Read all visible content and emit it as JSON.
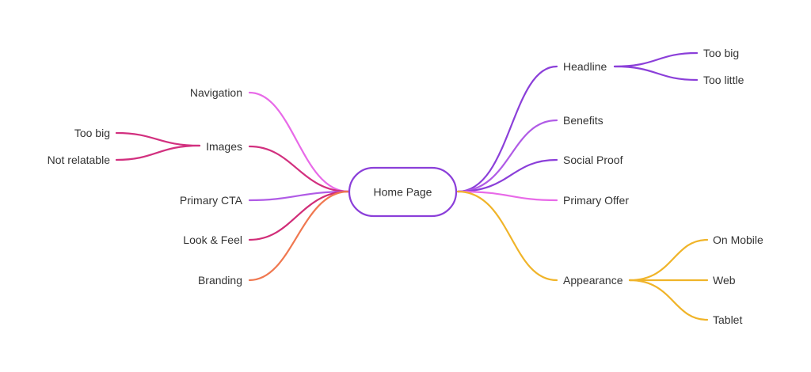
{
  "diagram": {
    "center": {
      "label": "Home Page",
      "border_color": "#8b3fd9"
    },
    "left": [
      {
        "label": "Navigation",
        "color": "#e86ae8",
        "children": []
      },
      {
        "label": "Images",
        "color": "#d2307f",
        "children": [
          {
            "label": "Too big"
          },
          {
            "label": "Not relatable"
          }
        ]
      },
      {
        "label": "Primary CTA",
        "color": "#b05be6",
        "children": []
      },
      {
        "label": "Look & Feel",
        "color": "#d12d78",
        "children": []
      },
      {
        "label": "Branding",
        "color": "#f07850",
        "children": []
      }
    ],
    "right": [
      {
        "label": "Headline",
        "color": "#8b3fd9",
        "children": [
          {
            "label": "Too big"
          },
          {
            "label": "Too little"
          }
        ]
      },
      {
        "label": "Benefits",
        "color": "#b05be6",
        "children": []
      },
      {
        "label": "Social Proof",
        "color": "#8b3fd9",
        "children": []
      },
      {
        "label": "Primary Offer",
        "color": "#e86ae8",
        "children": []
      },
      {
        "label": "Appearance",
        "color": "#f0b429",
        "children": [
          {
            "label": "On Mobile"
          },
          {
            "label": "Web"
          },
          {
            "label": "Tablet"
          }
        ]
      }
    ]
  }
}
